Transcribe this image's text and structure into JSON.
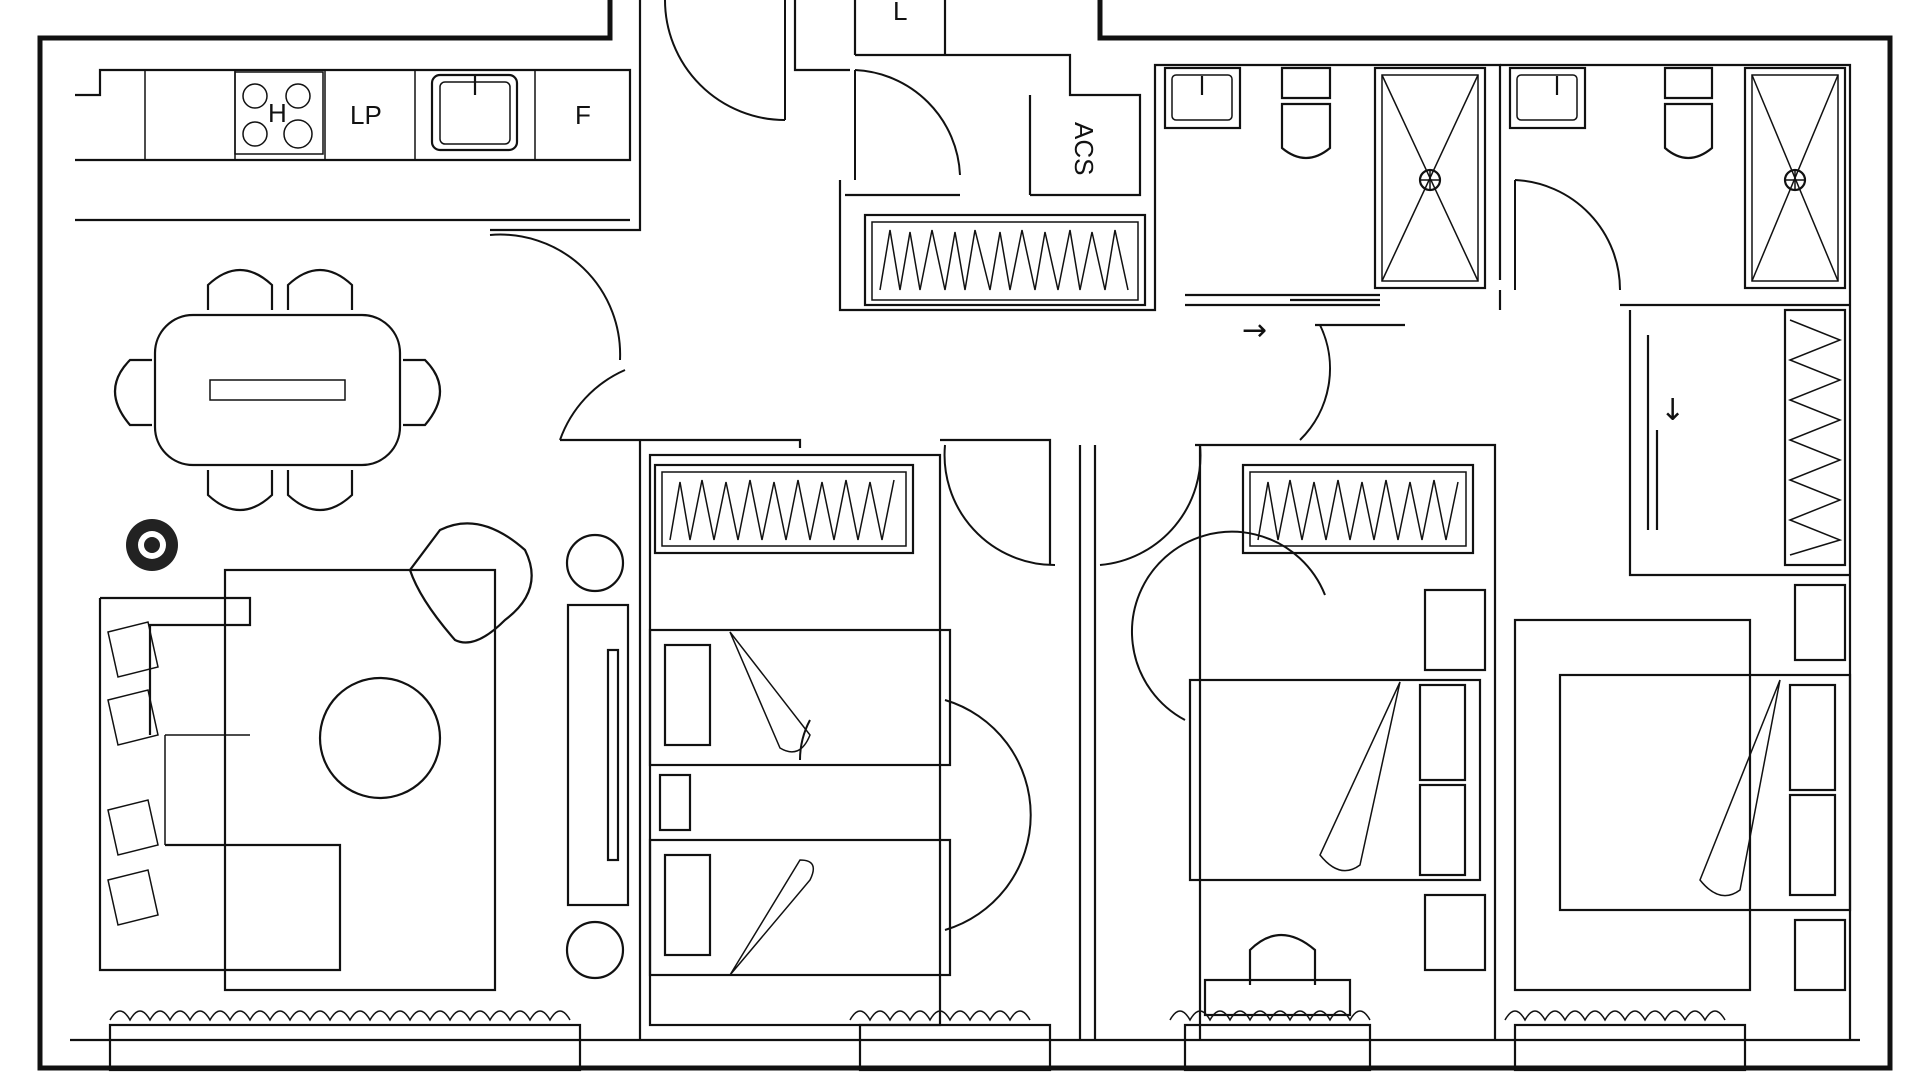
{
  "labels": {
    "hob": "H",
    "dishwasher": "LP",
    "fridge": "F",
    "laundry": "L",
    "water_heater": "ACS"
  },
  "arrows": {
    "entry": "→",
    "closet": "↓"
  },
  "colors": {
    "line": "#111111",
    "background": "#ffffff"
  },
  "icons": {
    "plant": "plant-icon",
    "shower": "shower-drain-icon",
    "sink": "sink-icon",
    "toilet": "toilet-icon"
  }
}
